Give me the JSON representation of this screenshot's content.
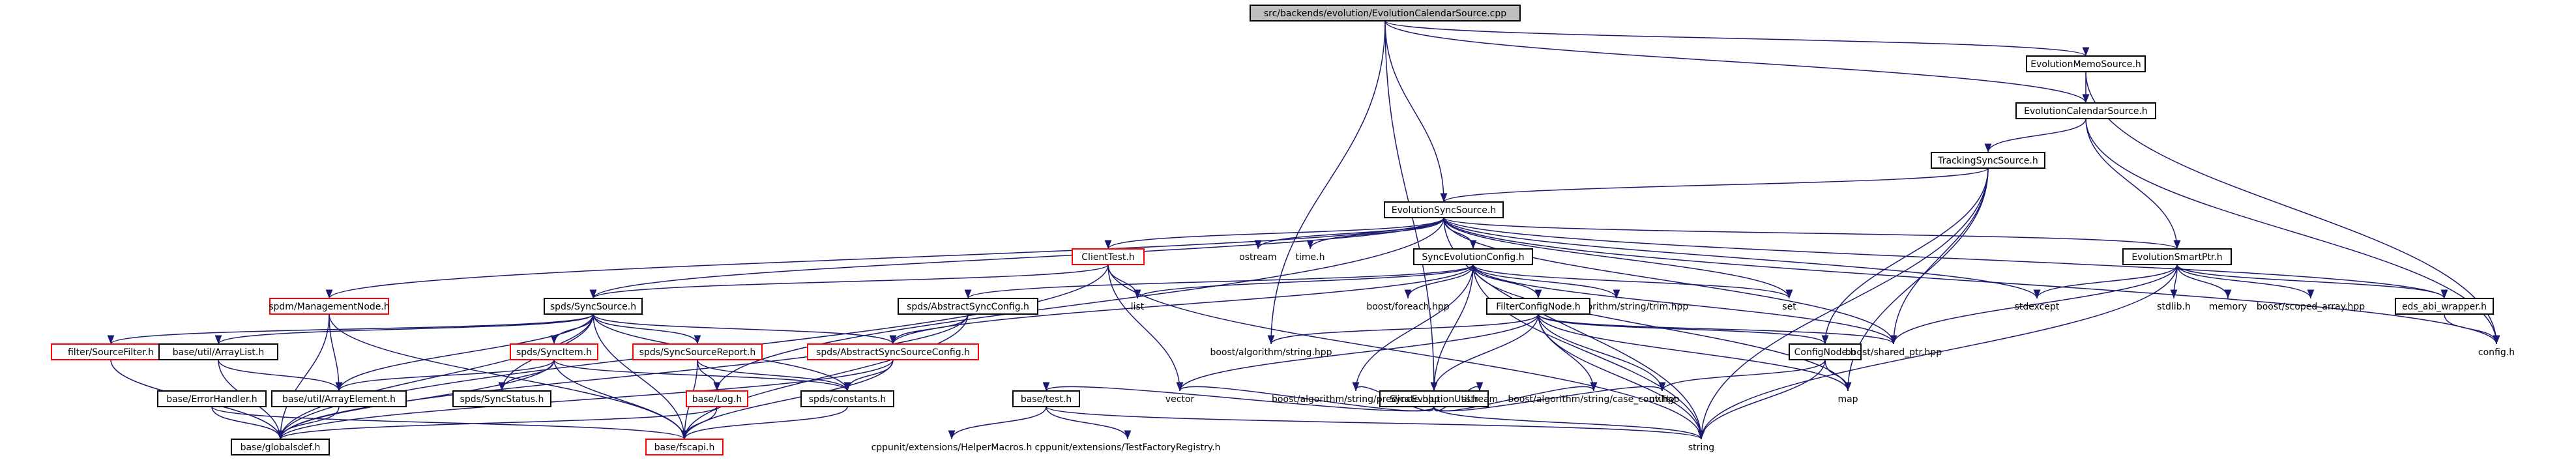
{
  "nodes": [
    {
      "id": "root",
      "label": "src/backends/evolution/EvolutionCalendarSource.cpp",
      "style": "root"
    },
    {
      "id": "memo",
      "label": "EvolutionMemoSource.h",
      "style": "black"
    },
    {
      "id": "cal",
      "label": "EvolutionCalendarSource.h",
      "style": "black"
    },
    {
      "id": "tracking",
      "label": "TrackingSyncSource.h",
      "style": "black"
    },
    {
      "id": "evsync",
      "label": "EvolutionSyncSource.h",
      "style": "black"
    },
    {
      "id": "clienttest",
      "label": "ClientTest.h",
      "style": "red"
    },
    {
      "id": "ostream",
      "label": "ostream",
      "style": "gray"
    },
    {
      "id": "timeh",
      "label": "time.h",
      "style": "gray"
    },
    {
      "id": "syncevoconfig",
      "label": "SyncEvolutionConfig.h",
      "style": "black"
    },
    {
      "id": "evsmartptr",
      "label": "EvolutionSmartPtr.h",
      "style": "black"
    },
    {
      "id": "mgmtnode",
      "label": "spdm/ManagementNode.h",
      "style": "red"
    },
    {
      "id": "spdssyncsource",
      "label": "spds/SyncSource.h",
      "style": "black"
    },
    {
      "id": "abssyncconfig",
      "label": "spds/AbstractSyncConfig.h",
      "style": "black"
    },
    {
      "id": "list",
      "label": "list",
      "style": "gray"
    },
    {
      "id": "boostforeach",
      "label": "boost/foreach.hpp",
      "style": "gray"
    },
    {
      "id": "trim",
      "label": "boost/algorithm/string/trim.hpp",
      "style": "gray"
    },
    {
      "id": "set",
      "label": "set",
      "style": "gray"
    },
    {
      "id": "stdexcept",
      "label": "stdexcept",
      "style": "gray"
    },
    {
      "id": "stdlib",
      "label": "stdlib.h",
      "style": "gray"
    },
    {
      "id": "memory",
      "label": "memory",
      "style": "gray"
    },
    {
      "id": "scopedarray",
      "label": "boost/scoped_array.hpp",
      "style": "gray"
    },
    {
      "id": "edsabi",
      "label": "eds_abi_wrapper.h",
      "style": "black"
    },
    {
      "id": "configh",
      "label": "config.h",
      "style": "gray"
    },
    {
      "id": "filtersource",
      "label": "filter/SourceFilter.h",
      "style": "red"
    },
    {
      "id": "arraylist",
      "label": "base/util/ArrayList.h",
      "style": "black"
    },
    {
      "id": "syncitem",
      "label": "spds/SyncItem.h",
      "style": "red"
    },
    {
      "id": "syncsourcereport",
      "label": "spds/SyncSourceReport.h",
      "style": "red"
    },
    {
      "id": "abssyncsourceconfig",
      "label": "spds/AbstractSyncSourceConfig.h",
      "style": "red"
    },
    {
      "id": "filterconfignode",
      "label": "FilterConfigNode.h",
      "style": "black"
    },
    {
      "id": "boostalgostring",
      "label": "boost/algorithm/string.hpp",
      "style": "gray"
    },
    {
      "id": "syncevoutil",
      "label": "SyncEvolutionUtil.h",
      "style": "black"
    },
    {
      "id": "confignode",
      "label": "ConfigNode.h",
      "style": "black"
    },
    {
      "id": "sharedptr",
      "label": "boost/shared_ptr.hpp",
      "style": "gray"
    },
    {
      "id": "errorhandler",
      "label": "base/ErrorHandler.h",
      "style": "black"
    },
    {
      "id": "arrayelement",
      "label": "base/util/ArrayElement.h",
      "style": "black"
    },
    {
      "id": "syncstatus",
      "label": "spds/SyncStatus.h",
      "style": "black"
    },
    {
      "id": "logh",
      "label": "base/Log.h",
      "style": "red"
    },
    {
      "id": "constants",
      "label": "spds/constants.h",
      "style": "black"
    },
    {
      "id": "vector",
      "label": "vector",
      "style": "gray"
    },
    {
      "id": "predicate",
      "label": "boost/algorithm/string/predicate.hpp",
      "style": "gray"
    },
    {
      "id": "sstream",
      "label": "sstream",
      "style": "gray"
    },
    {
      "id": "caseconv",
      "label": "boost/algorithm/string/case_conv.hpp",
      "style": "gray"
    },
    {
      "id": "utility",
      "label": "utility",
      "style": "gray"
    },
    {
      "id": "map",
      "label": "map",
      "style": "gray"
    },
    {
      "id": "basetest",
      "label": "base/test.h",
      "style": "black"
    },
    {
      "id": "globaldef",
      "label": "base/globalsdef.h",
      "style": "black"
    },
    {
      "id": "fscapi",
      "label": "base/fscapi.h",
      "style": "red"
    },
    {
      "id": "string",
      "label": "string",
      "style": "gray"
    },
    {
      "id": "helpermacros",
      "label": "cppunit/extensions/HelperMacros.h",
      "style": "gray"
    },
    {
      "id": "testfactory",
      "label": "cppunit/extensions/TestFactoryRegistry.h",
      "style": "gray"
    }
  ],
  "edges": [
    [
      "root",
      "memo"
    ],
    [
      "root",
      "cal"
    ],
    [
      "root",
      "evsync"
    ],
    [
      "root",
      "syncevoutil"
    ],
    [
      "root",
      "boostalgostring"
    ],
    [
      "memo",
      "cal"
    ],
    [
      "memo",
      "configh"
    ],
    [
      "cal",
      "tracking"
    ],
    [
      "cal",
      "evsmartptr"
    ],
    [
      "cal",
      "configh"
    ],
    [
      "tracking",
      "evsync"
    ],
    [
      "tracking",
      "confignode"
    ],
    [
      "tracking",
      "sharedptr"
    ],
    [
      "tracking",
      "map"
    ],
    [
      "tracking",
      "string"
    ],
    [
      "evsync",
      "syncevoconfig"
    ],
    [
      "evsync",
      "evsmartptr"
    ],
    [
      "evsync",
      "clienttest"
    ],
    [
      "evsync",
      "ostream"
    ],
    [
      "evsync",
      "timeh"
    ],
    [
      "evsync",
      "mgmtnode"
    ],
    [
      "evsync",
      "spdssyncsource"
    ],
    [
      "evsync",
      "edsabi"
    ],
    [
      "evsync",
      "stdexcept"
    ],
    [
      "evsync",
      "set"
    ],
    [
      "evsync",
      "sharedptr"
    ],
    [
      "evsync",
      "logh"
    ],
    [
      "evsync",
      "string"
    ],
    [
      "evsync",
      "configh"
    ],
    [
      "clienttest",
      "spdssyncsource"
    ],
    [
      "clienttest",
      "list"
    ],
    [
      "clienttest",
      "vector"
    ],
    [
      "clienttest",
      "string"
    ],
    [
      "clienttest",
      "globaldef"
    ],
    [
      "syncevoconfig",
      "filterconfignode"
    ],
    [
      "syncevoconfig",
      "abssyncconfig"
    ],
    [
      "syncevoconfig",
      "abssyncsourceconfig"
    ],
    [
      "syncevoconfig",
      "boostforeach"
    ],
    [
      "syncevoconfig",
      "trim"
    ],
    [
      "syncevoconfig",
      "set"
    ],
    [
      "syncevoconfig",
      "list"
    ],
    [
      "syncevoconfig",
      "sharedptr"
    ],
    [
      "syncevoconfig",
      "map"
    ],
    [
      "syncevoconfig",
      "string"
    ],
    [
      "syncevoconfig",
      "predicate"
    ],
    [
      "syncevoconfig",
      "syncevoutil"
    ],
    [
      "evsmartptr",
      "edsabi"
    ],
    [
      "evsmartptr",
      "stdexcept"
    ],
    [
      "evsmartptr",
      "stdlib"
    ],
    [
      "evsmartptr",
      "memory"
    ],
    [
      "evsmartptr",
      "scopedarray"
    ],
    [
      "evsmartptr",
      "sharedptr"
    ],
    [
      "evsmartptr",
      "string"
    ],
    [
      "edsabi",
      "configh"
    ],
    [
      "mgmtnode",
      "arrayelement"
    ],
    [
      "mgmtnode",
      "globaldef"
    ],
    [
      "mgmtnode",
      "fscapi"
    ],
    [
      "spdssyncsource",
      "filtersource"
    ],
    [
      "spdssyncsource",
      "arraylist"
    ],
    [
      "spdssyncsource",
      "syncitem"
    ],
    [
      "spdssyncsource",
      "syncsourcereport"
    ],
    [
      "spdssyncsource",
      "abssyncsourceconfig"
    ],
    [
      "spdssyncsource",
      "syncstatus"
    ],
    [
      "spdssyncsource",
      "arrayelement"
    ],
    [
      "spdssyncsource",
      "constants"
    ],
    [
      "spdssyncsource",
      "globaldef"
    ],
    [
      "spdssyncsource",
      "fscapi"
    ],
    [
      "abssyncconfig",
      "abssyncsourceconfig"
    ],
    [
      "abssyncconfig",
      "globaldef"
    ],
    [
      "abssyncconfig",
      "fscapi"
    ],
    [
      "filtersource",
      "globaldef"
    ],
    [
      "arraylist",
      "arrayelement"
    ],
    [
      "arraylist",
      "globaldef"
    ],
    [
      "syncitem",
      "syncstatus"
    ],
    [
      "syncitem",
      "arrayelement"
    ],
    [
      "syncitem",
      "constants"
    ],
    [
      "syncitem",
      "globaldef"
    ],
    [
      "syncitem",
      "fscapi"
    ],
    [
      "syncsourcereport",
      "logh"
    ],
    [
      "syncsourcereport",
      "constants"
    ],
    [
      "syncsourcereport",
      "fscapi"
    ],
    [
      "abssyncsourceconfig",
      "constants"
    ],
    [
      "abssyncsourceconfig",
      "globaldef"
    ],
    [
      "abssyncsourceconfig",
      "fscapi"
    ],
    [
      "filterconfignode",
      "confignode"
    ],
    [
      "filterconfignode",
      "syncevoutil"
    ],
    [
      "filterconfignode",
      "sharedptr"
    ],
    [
      "filterconfignode",
      "map"
    ],
    [
      "filterconfignode",
      "utility"
    ],
    [
      "filterconfignode",
      "caseconv"
    ],
    [
      "filterconfignode",
      "boostalgostring"
    ],
    [
      "filterconfignode",
      "vector"
    ],
    [
      "filterconfignode",
      "string"
    ],
    [
      "syncevoutil",
      "basetest"
    ],
    [
      "syncevoutil",
      "vector"
    ],
    [
      "syncevoutil",
      "predicate"
    ],
    [
      "syncevoutil",
      "sstream"
    ],
    [
      "syncevoutil",
      "caseconv"
    ],
    [
      "syncevoutil",
      "utility"
    ],
    [
      "syncevoutil",
      "string"
    ],
    [
      "confignode",
      "map"
    ],
    [
      "confignode",
      "utility"
    ],
    [
      "confignode",
      "string"
    ],
    [
      "errorhandler",
      "globaldef"
    ],
    [
      "errorhandler",
      "fscapi"
    ],
    [
      "arrayelement",
      "globaldef"
    ],
    [
      "logh",
      "globaldef"
    ],
    [
      "logh",
      "fscapi"
    ],
    [
      "constants",
      "fscapi"
    ],
    [
      "basetest",
      "helpermacros"
    ],
    [
      "basetest",
      "testfactory"
    ],
    [
      "basetest",
      "string"
    ]
  ]
}
